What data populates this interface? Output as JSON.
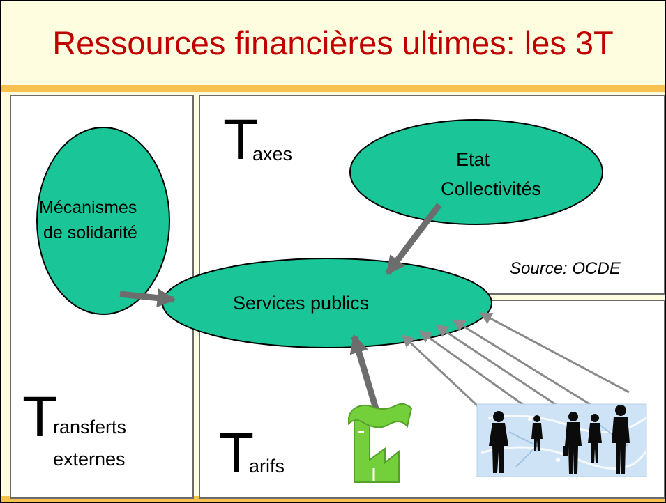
{
  "title": "Ressources financières ultimes: les 3T",
  "diagram": {
    "taxes": {
      "initial": "T",
      "rest": "axes"
    },
    "transferts": {
      "initial": "T",
      "rest": "ransferts",
      "line2": "externes"
    },
    "tarifs": {
      "initial": "T",
      "rest": "arifs"
    },
    "etat": {
      "line1": "Etat",
      "line2": "Collectivités"
    },
    "solidarite": {
      "line1": "Mécanismes",
      "line2": "de solidarité"
    },
    "services": "Services publics",
    "source": "Source: OCDE"
  },
  "colors": {
    "title": "#c00000",
    "background": "#fffde0",
    "accent_bar": "#f8c04e",
    "ellipse_fill": "#1ac597",
    "arrow_thick": "#6d6d6d",
    "arrow_thin": "#8a8a8a",
    "factory": "#74d03a"
  },
  "icons": [
    "factory-icon",
    "business-people-icon"
  ]
}
